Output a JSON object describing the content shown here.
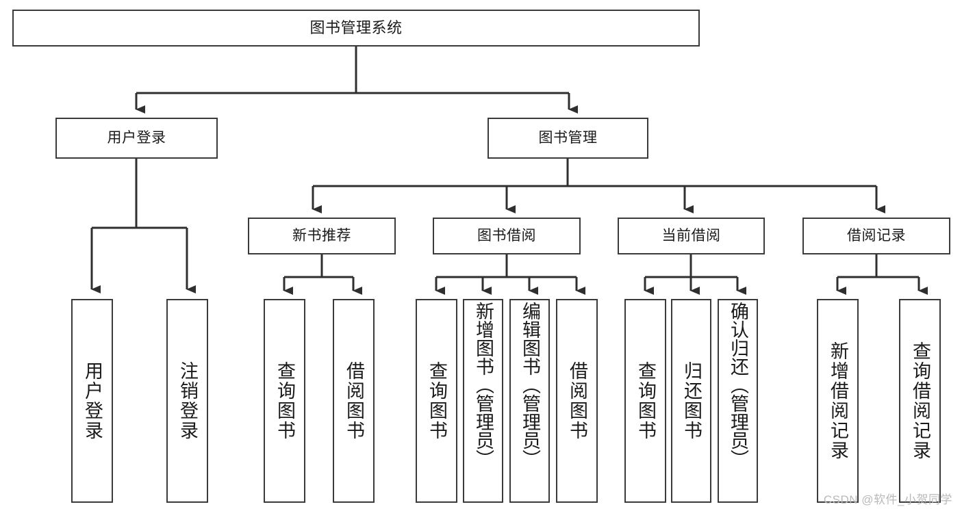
{
  "diagram": {
    "title": "图书管理系统",
    "type": "tree-hierarchy-diagram",
    "colors": {
      "box_border": "#3a3a3a",
      "box_fill": "#ffffff",
      "connector": "#2f2f2f",
      "text": "#1a1a1a",
      "watermark": "#b9b9b9",
      "background": "#ffffff"
    },
    "root": {
      "label": "图书管理系统"
    },
    "level2": [
      {
        "label": "用户登录"
      },
      {
        "label": "图书管理"
      }
    ],
    "level3": [
      {
        "label": "新书推荐"
      },
      {
        "label": "图书借阅"
      },
      {
        "label": "当前借阅"
      },
      {
        "label": "借阅记录"
      }
    ],
    "leaves": {
      "user_login": [
        {
          "label": "用户登录"
        },
        {
          "label": "注销登录"
        }
      ],
      "new_book": [
        {
          "label": "查询图书"
        },
        {
          "label": "借阅图书"
        }
      ],
      "book_borrow": [
        {
          "label": "查询图书"
        },
        {
          "label": "新增图书（管理员）"
        },
        {
          "label": "编辑图书（管理员）"
        },
        {
          "label": "借阅图书"
        }
      ],
      "current_borrow": [
        {
          "label": "查询图书"
        },
        {
          "label": "归还图书"
        },
        {
          "label": "确认归还（管理员）"
        }
      ],
      "borrow_record": [
        {
          "label": "新增借阅记录"
        },
        {
          "label": "查询借阅记录"
        }
      ]
    }
  },
  "watermark": {
    "text": "CSDN @软件_小贺同学"
  }
}
